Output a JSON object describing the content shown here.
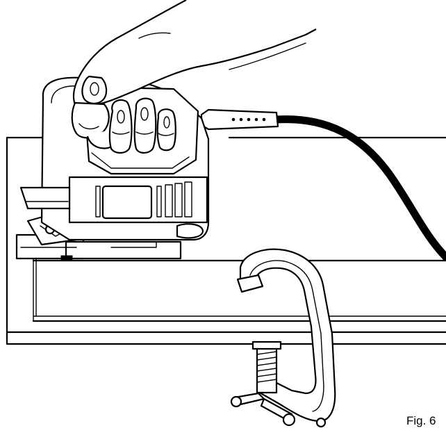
{
  "figure": {
    "caption": "Fig. 6",
    "colors": {
      "line": "#000000",
      "background": "#ffffff"
    },
    "parts": [
      "workpiece-board",
      "jigsaw",
      "hand",
      "power-cord",
      "c-clamp"
    ]
  }
}
